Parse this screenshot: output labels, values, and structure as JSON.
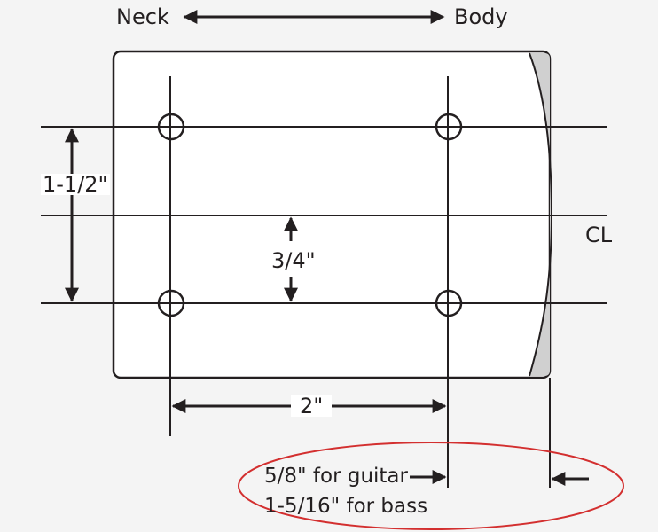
{
  "direction_labels": {
    "neck": "Neck",
    "body": "Body"
  },
  "dimensions": {
    "hole_spacing_vertical": "1-1/2\"",
    "hole_to_centerline": "3/4\"",
    "hole_spacing_horizontal": "2\""
  },
  "centerline_label": "CL",
  "offset_note": {
    "guitar": "5/8\" for guitar",
    "bass": "1-5/16\" for bass"
  },
  "colors": {
    "line": "#231f20",
    "plate_fill": "#ffffff",
    "heel_shade": "#d0d0d0",
    "highlight_ellipse": "#d32f2f",
    "background": "#f4f4f4"
  }
}
